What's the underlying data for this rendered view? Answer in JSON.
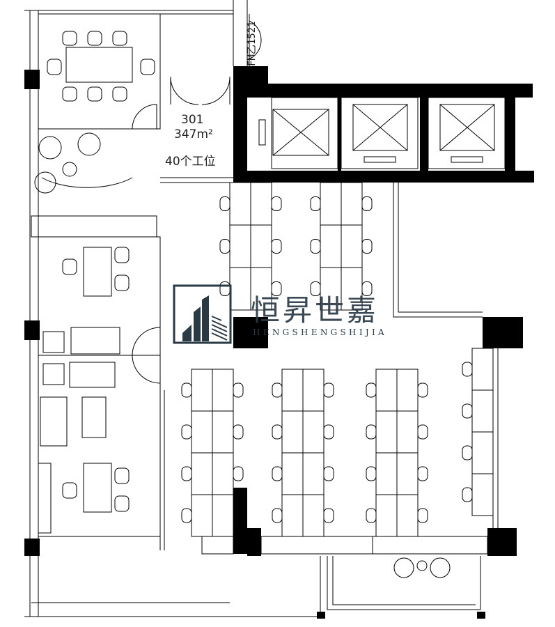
{
  "room": {
    "number": "301",
    "area": "347m²",
    "workstations": "40个工位"
  },
  "door_tag": "FM乙1521",
  "logo": {
    "name_cn": "恒昇世嘉",
    "name_en": "HENGSHENGSHIJIA",
    "color": "#2a3a45"
  },
  "colors": {
    "line": "#000000",
    "background": "#ffffff"
  }
}
